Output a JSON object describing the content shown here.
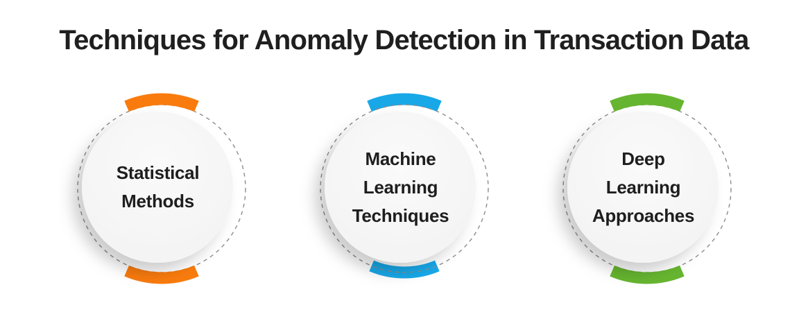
{
  "title": "Techniques for Anomaly Detection in Transaction Data",
  "colors": {
    "background": "#FFFFFF",
    "title_text": "#1F1F1F",
    "label_text": "#1E1E1E",
    "dash": "#8C8C8C"
  },
  "cards": [
    {
      "name": "statistical-methods",
      "accent": "#F97B0D",
      "lines": [
        "Statistical",
        "Methods"
      ]
    },
    {
      "name": "machine-learning-techniques",
      "accent": "#18A8E8",
      "lines": [
        "Machine",
        "Learning",
        "Techniques"
      ]
    },
    {
      "name": "deep-learning-approaches",
      "accent": "#66B530",
      "lines": [
        "Deep",
        "Learning",
        "Approaches"
      ]
    }
  ]
}
